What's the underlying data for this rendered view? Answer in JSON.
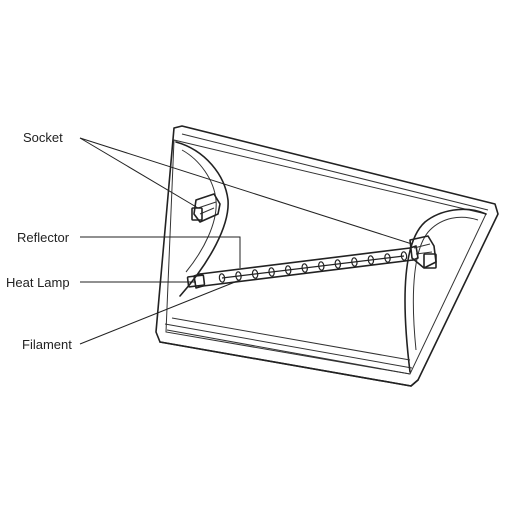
{
  "labels": {
    "socket": "Socket",
    "reflector": "Reflector",
    "heat_lamp": "Heat Lamp",
    "filament": "Filament"
  },
  "colors": {
    "line": "#222222",
    "background": "#ffffff"
  }
}
